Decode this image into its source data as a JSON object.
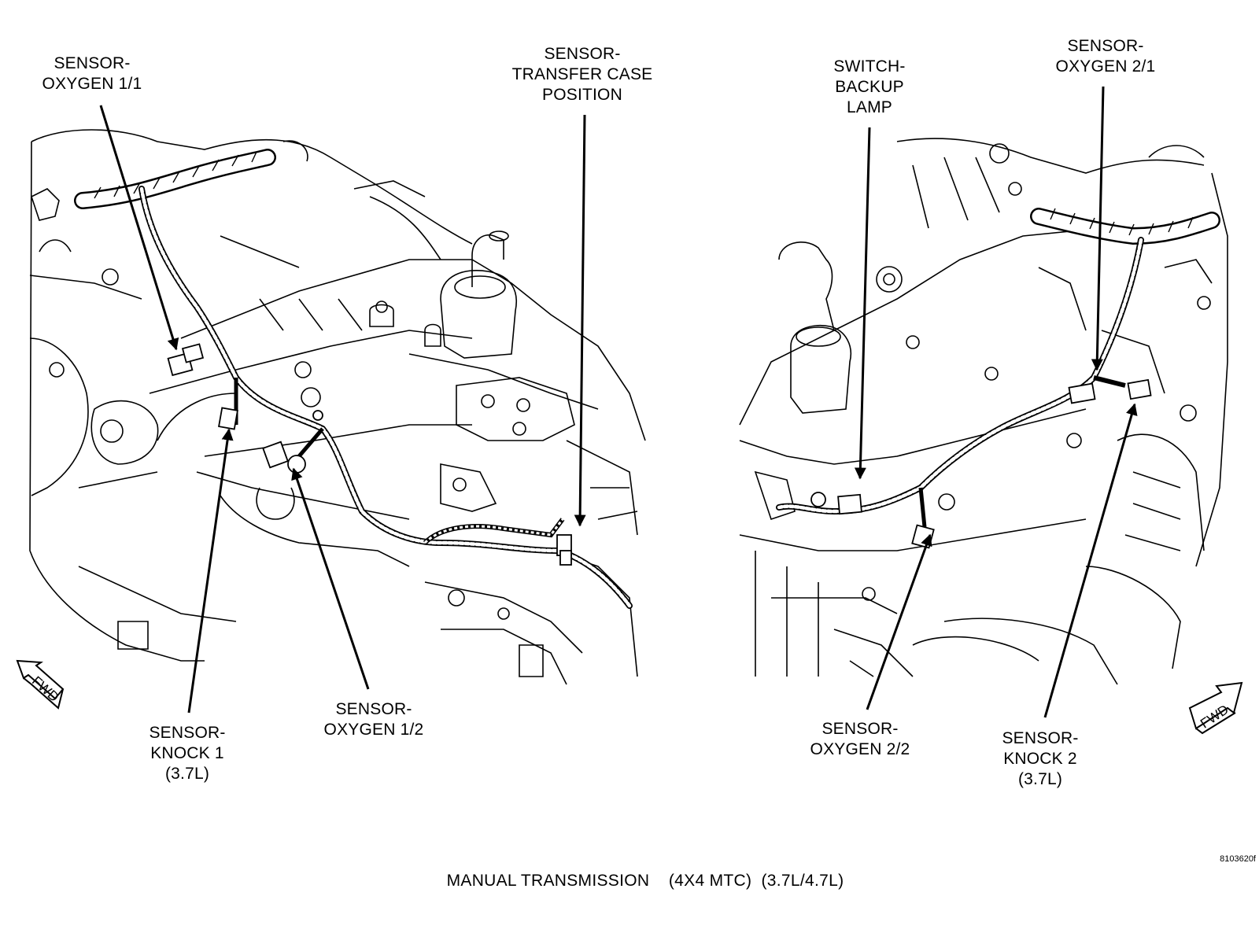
{
  "caption": "MANUAL TRANSMISSION    (4X4 MTC)  (3.7L/4.7L)",
  "figure_id": "8103620f",
  "fwd_label": "FWD",
  "labels": {
    "oxygen_1_1": [
      "SENSOR-",
      "OXYGEN 1/1"
    ],
    "transfer_case": [
      "SENSOR-",
      "TRANSFER CASE",
      "POSITION"
    ],
    "backup_lamp": [
      "SWITCH-",
      "BACKUP",
      "LAMP"
    ],
    "oxygen_2_1": [
      "SENSOR-",
      "OXYGEN 2/1"
    ],
    "knock_1": [
      "SENSOR-",
      "KNOCK 1",
      "(3.7L)"
    ],
    "oxygen_1_2": [
      "SENSOR-",
      "OXYGEN 1/2"
    ],
    "oxygen_2_2": [
      "SENSOR-",
      "OXYGEN 2/2"
    ],
    "knock_2": [
      "SENSOR-",
      "KNOCK 2",
      "(3.7L)"
    ]
  }
}
